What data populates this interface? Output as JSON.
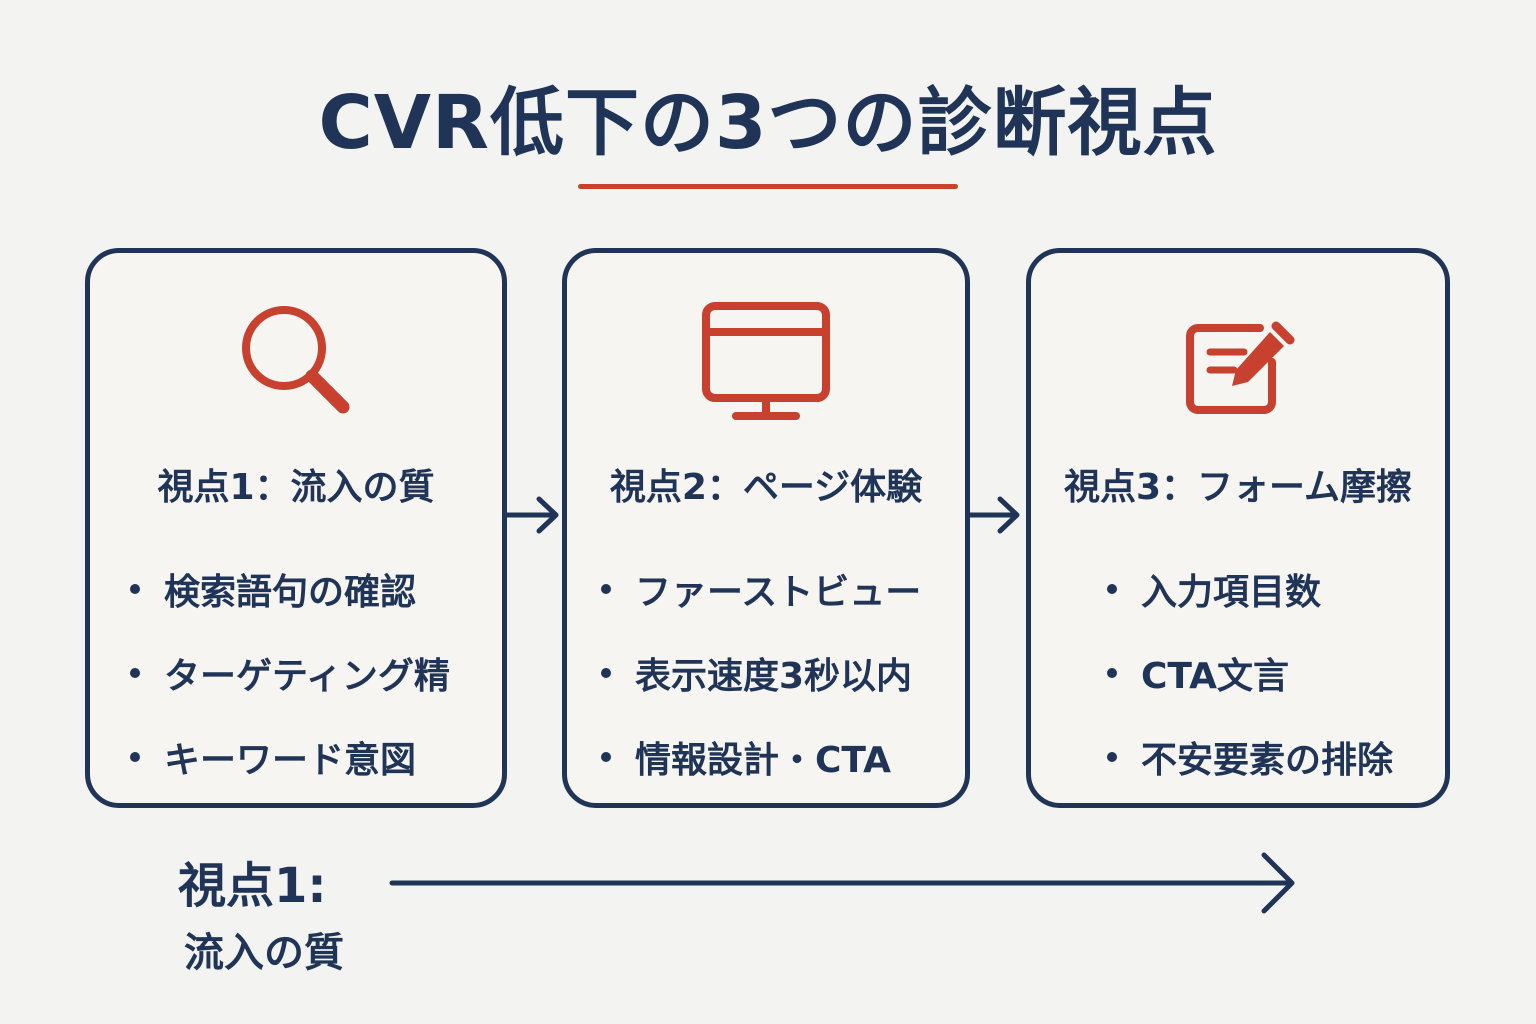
{
  "title": "CVR低下の3つの診断視点",
  "colors": {
    "navy": "#1f3457",
    "accent_red": "#c8402e",
    "background": "#f3f3f2"
  },
  "cards": [
    {
      "icon": "search-icon",
      "heading": "視点1：流入の質",
      "items": [
        "検索語句の確認",
        "ターゲティング精",
        "キーワード意図"
      ]
    },
    {
      "icon": "monitor-icon",
      "heading": "視点2：ページ体験",
      "items": [
        "ファーストビュー",
        "表示速度3秒以内",
        "情報設計・CTA"
      ]
    },
    {
      "icon": "edit-form-icon",
      "heading": "視点3：フォーム摩擦",
      "items": [
        "入力項目数",
        "CTA文言",
        "不安要素の排除"
      ]
    }
  ],
  "footer": {
    "label_line1": "視点1:",
    "label_line2": "流入の質"
  }
}
